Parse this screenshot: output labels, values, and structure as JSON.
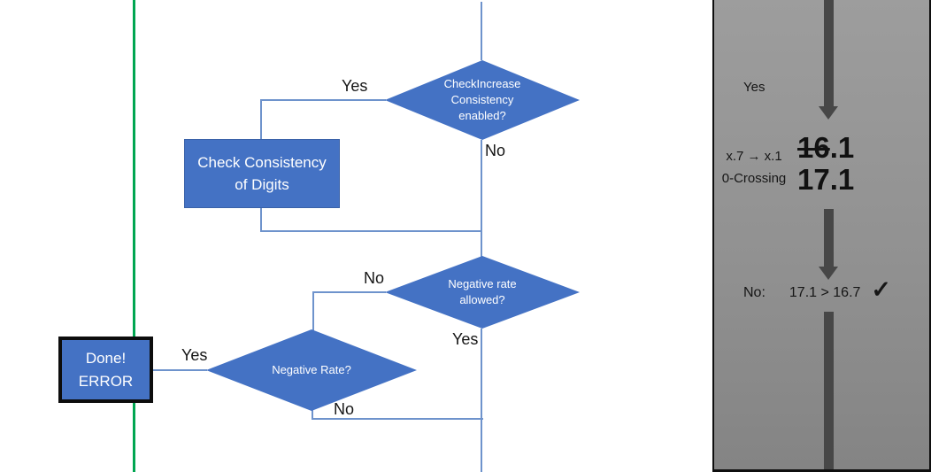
{
  "flow": {
    "d1": {
      "label": "CheckIncrease\nConsistency\nenabled?",
      "yes": "Yes",
      "no": "No"
    },
    "process": {
      "label": "Check Consistency\nof Digits"
    },
    "d2": {
      "label": "Negative rate\nallowed?",
      "no": "No",
      "yes": "Yes"
    },
    "d3": {
      "label": "Negative Rate?",
      "yes": "Yes",
      "no": "No"
    },
    "terminal": {
      "label": "Done!\nERROR"
    }
  },
  "panel": {
    "yes": "Yes",
    "rule": "x.7 → x.1\n0-Crossing",
    "old_value_struck": "16",
    "old_value_rest": ".1",
    "new_value": "17.1",
    "result_prefix": "No:",
    "result_comparison": "17.1 > 16.7",
    "result_check": "✓"
  },
  "colors": {
    "shape_blue": "#4472c4",
    "connector_blue": "#6e93cc",
    "green_line": "#00a651",
    "panel_gray_top": "#9d9d9d",
    "panel_gray_bottom": "#848484",
    "arrow_gray": "#474747"
  }
}
